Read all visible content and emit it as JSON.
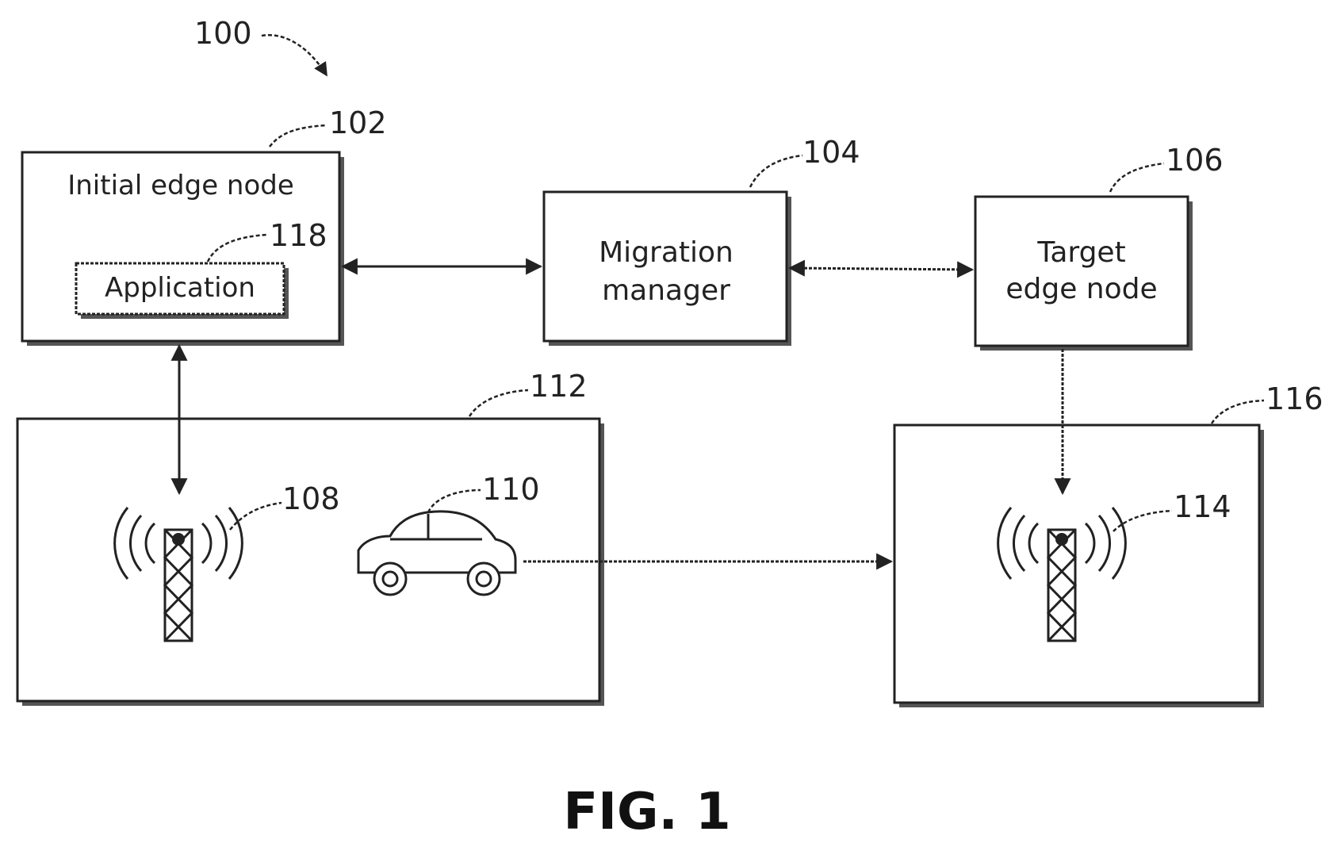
{
  "figure": {
    "caption": "FIG. 1",
    "system_ref": "100"
  },
  "nodes": {
    "initial_edge_node": {
      "label": "Initial edge node",
      "ref": "102"
    },
    "application": {
      "label": "Application",
      "ref": "118"
    },
    "migration_manager": {
      "label_line1": "Migration",
      "label_line2": "manager",
      "ref": "104"
    },
    "target_edge_node": {
      "label_line1": "Target",
      "label_line2": "edge node",
      "ref": "106"
    },
    "area_one": {
      "ref": "112"
    },
    "tower_one": {
      "ref": "108"
    },
    "vehicle": {
      "ref": "110"
    },
    "area_two": {
      "ref": "116"
    },
    "tower_two": {
      "ref": "114"
    }
  }
}
